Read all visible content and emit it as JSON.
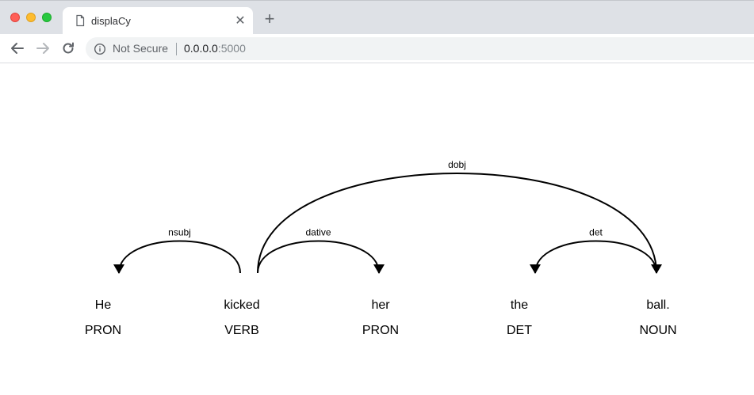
{
  "browser": {
    "tab_title": "displaCy",
    "close_glyph": "✕",
    "new_tab_glyph": "+",
    "security_label": "Not Secure",
    "url_host": "0.0.0.0",
    "url_port": ":5000",
    "icons": [
      "page-icon",
      "close-icon",
      "plus-icon",
      "back-icon",
      "forward-icon",
      "reload-icon",
      "info-icon"
    ]
  },
  "parse": {
    "words": [
      {
        "text": "He",
        "tag": "PRON"
      },
      {
        "text": "kicked",
        "tag": "VERB"
      },
      {
        "text": "her",
        "tag": "PRON"
      },
      {
        "text": "the",
        "tag": "DET"
      },
      {
        "text": "ball.",
        "tag": "NOUN"
      }
    ],
    "arcs": [
      {
        "label": "nsubj",
        "start": 0,
        "end": 1,
        "dir": "left"
      },
      {
        "label": "dative",
        "start": 1,
        "end": 2,
        "dir": "right"
      },
      {
        "label": "dobj",
        "start": 1,
        "end": 4,
        "dir": "right"
      },
      {
        "label": "det",
        "start": 3,
        "end": 4,
        "dir": "left"
      }
    ]
  }
}
